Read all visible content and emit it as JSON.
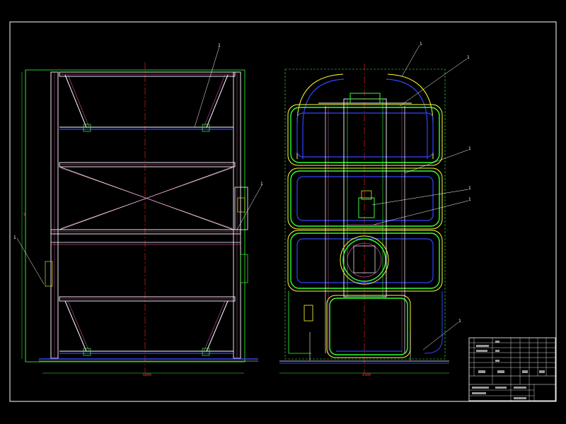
{
  "drawing": {
    "callouts_left": [
      "1",
      "1",
      "1"
    ],
    "callouts_right": [
      "1",
      "1",
      "1",
      "1",
      "1",
      "1"
    ],
    "dim_bottom_left": "6800",
    "dim_bottom_right": "4300",
    "dim_side_left": "9"
  },
  "colors": {
    "background": "#000000",
    "frame": "#ffffff",
    "steel": "#ffffff",
    "structure": "#33ff33",
    "rail": "#3344ff",
    "centerline": "#ff2222",
    "pink": "#ff66cc",
    "yellow": "#ffff33",
    "cyan": "#33ffff"
  }
}
